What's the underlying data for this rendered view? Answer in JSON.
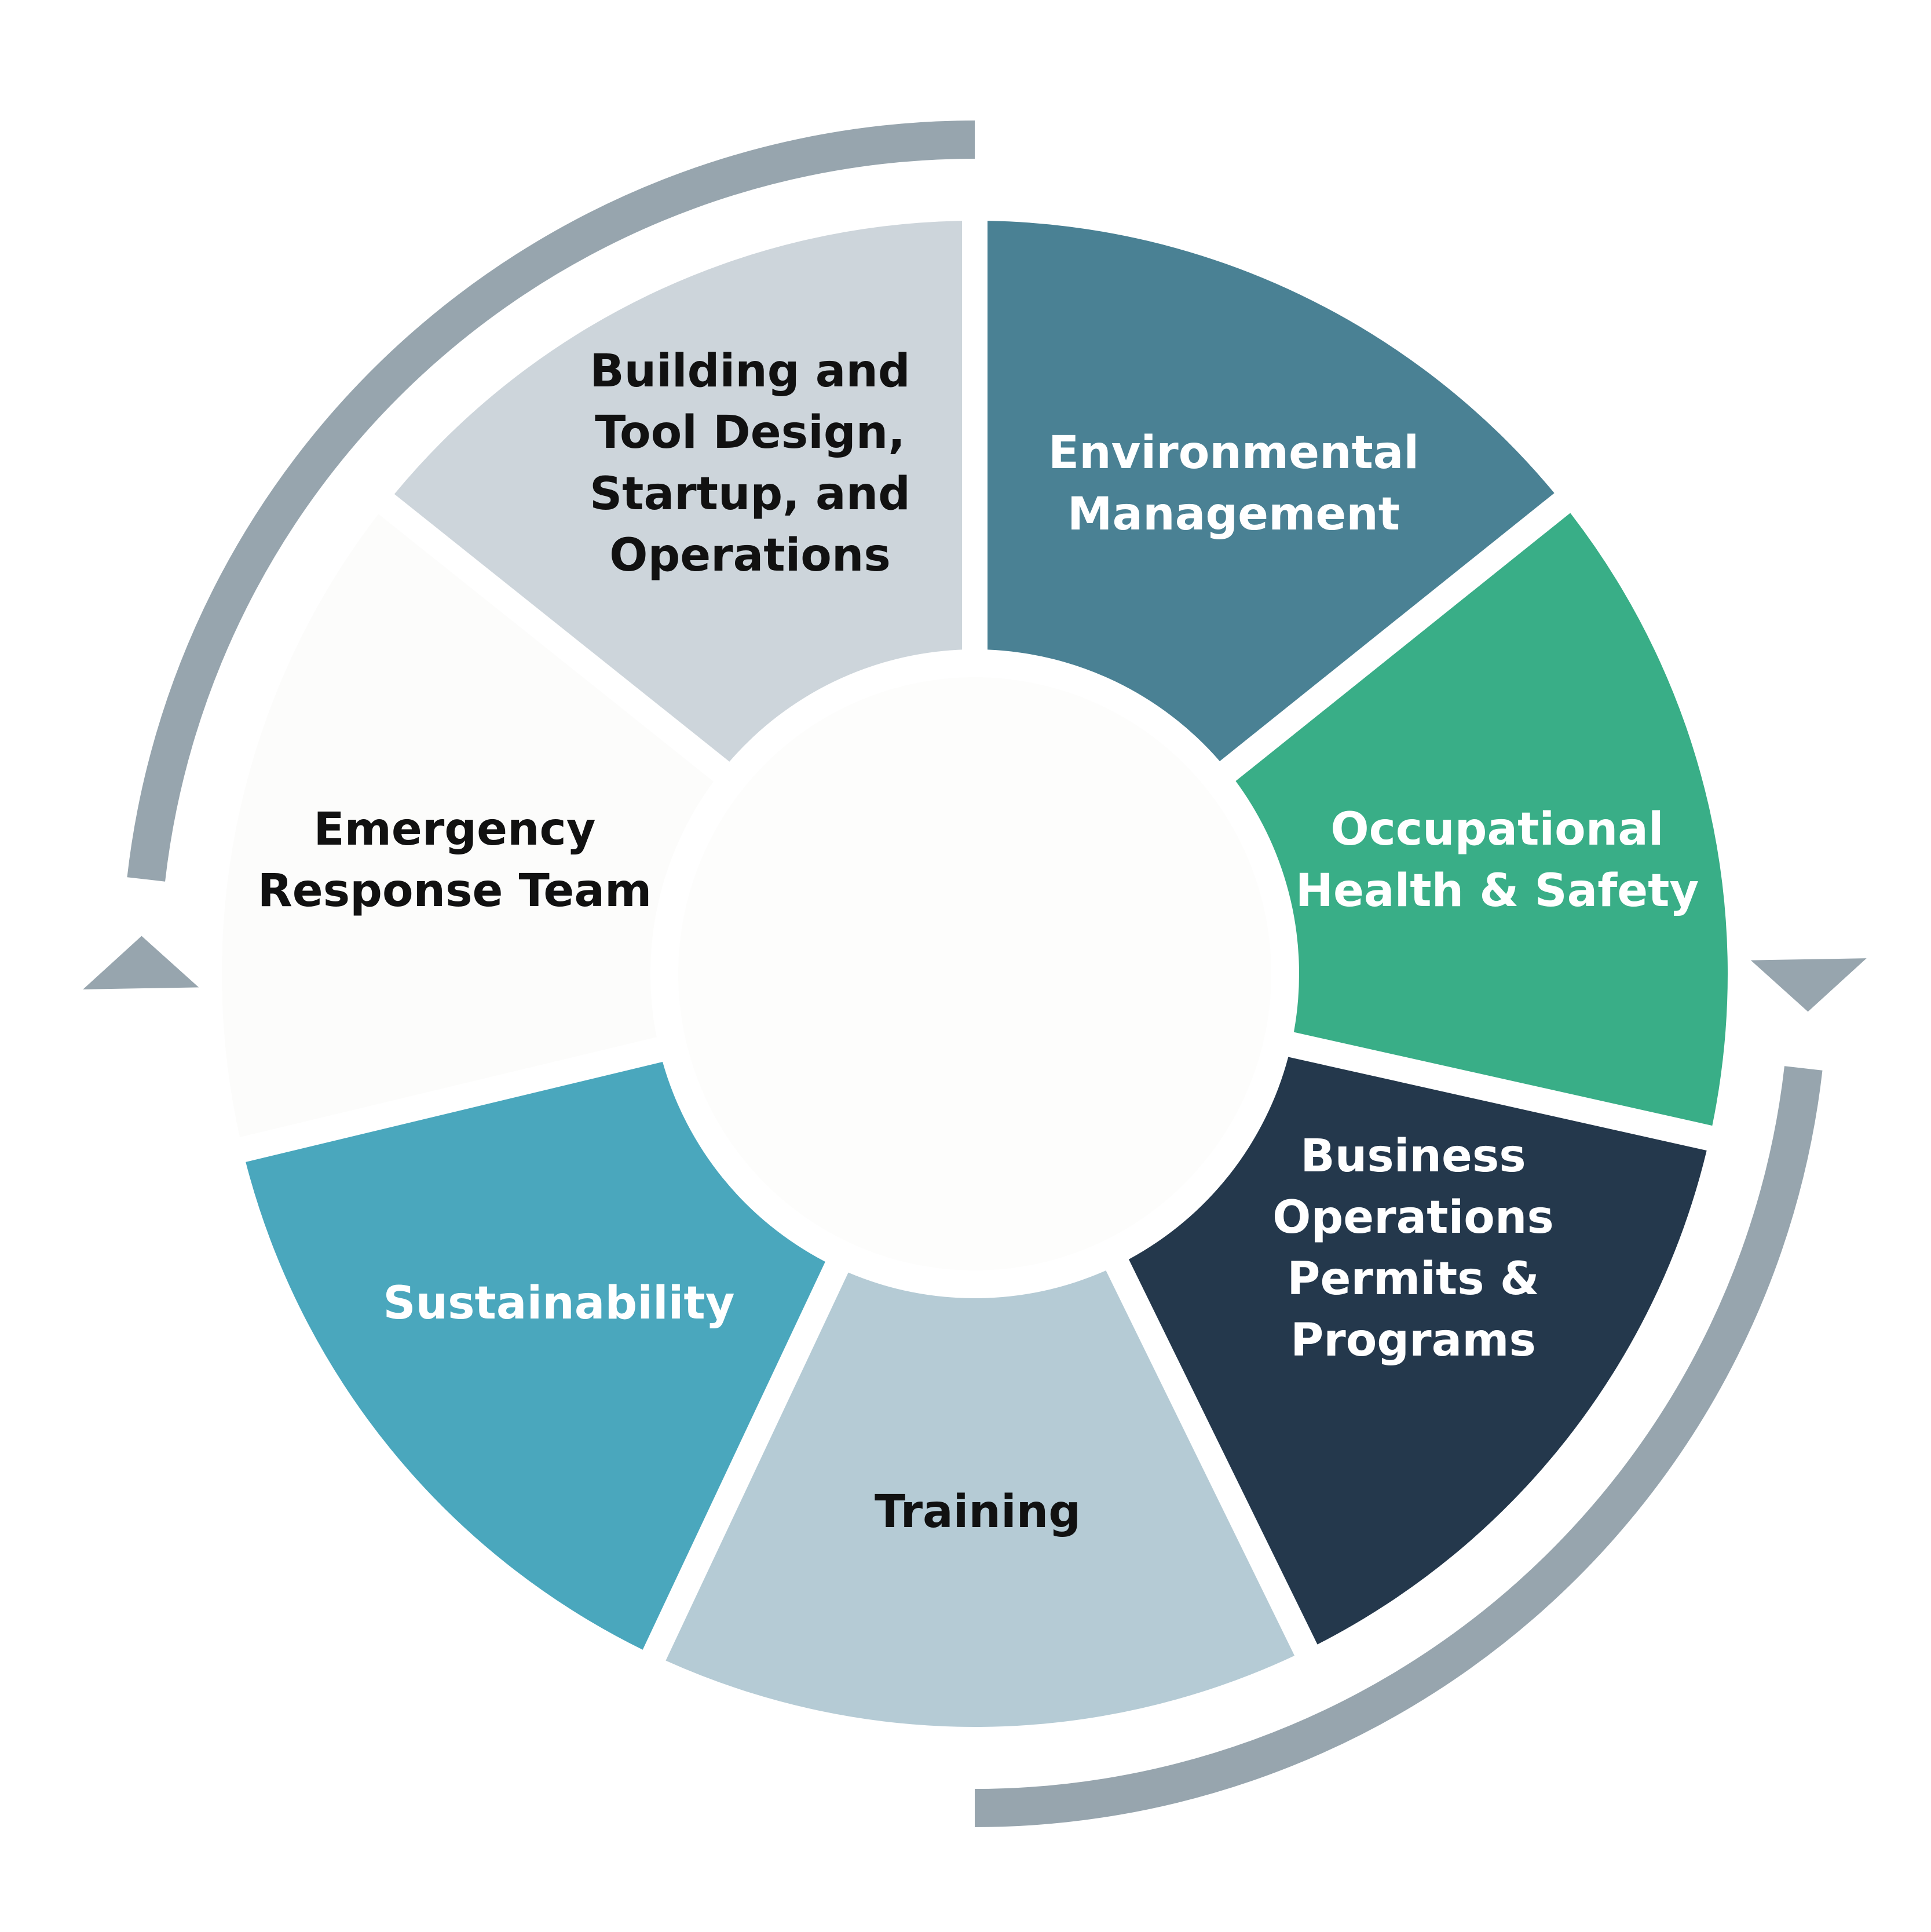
{
  "segments": [
    {
      "id": "environmental-management",
      "lines": [
        "Environmental",
        "Management"
      ],
      "fill": "#4a8194",
      "text_color": "#ffffff"
    },
    {
      "id": "occupational-health-safety",
      "lines": [
        "Occupational",
        "Health & Safety"
      ],
      "fill": "#39ae87",
      "text_color": "#ffffff"
    },
    {
      "id": "business-operations-permits-programs",
      "lines": [
        "Business",
        "Operations",
        "Permits &",
        "Programs"
      ],
      "fill": "#24384c",
      "text_color": "#ffffff"
    },
    {
      "id": "training",
      "lines": [
        "Training"
      ],
      "fill": "#b5cbd5",
      "text_color": "#111111"
    },
    {
      "id": "sustainability",
      "lines": [
        "Sustainability"
      ],
      "fill": "#4aa7bd",
      "text_color": "#ffffff"
    },
    {
      "id": "emergency-response-team",
      "lines": [
        "Emergency",
        "Response Team"
      ],
      "fill": "#fcfcfb",
      "text_color": "#111111"
    },
    {
      "id": "building-tool-design",
      "lines": [
        "Building and",
        "Tool Design,",
        "Startup, and",
        "Operations"
      ],
      "fill": "#cdd5db",
      "text_color": "#111111"
    }
  ],
  "hub_color": "#fdfdfc",
  "arrow_color": "#97a5ae"
}
